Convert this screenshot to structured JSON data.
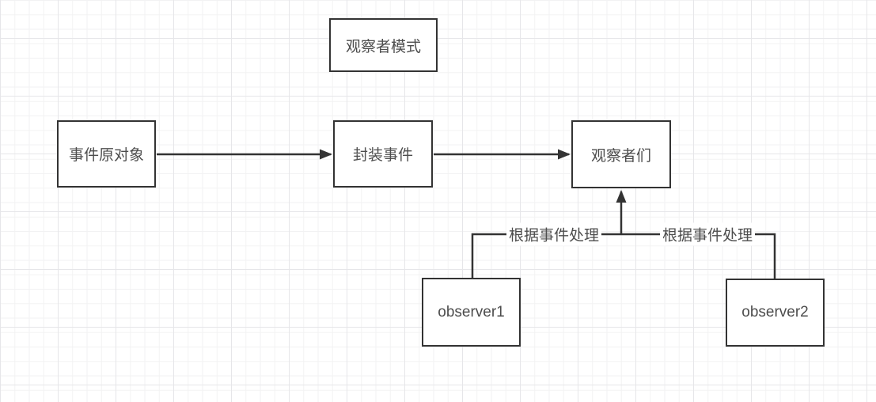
{
  "diagram": {
    "title": "观察者模式",
    "nodes": {
      "event_source": {
        "label": "事件原对象"
      },
      "wrap_event": {
        "label": "封装事件"
      },
      "observers": {
        "label": "观察者们"
      },
      "observer1": {
        "label": "observer1"
      },
      "observer2": {
        "label": "observer2"
      }
    },
    "edge_labels": {
      "observer1": "根据事件处理",
      "observer2": "根据事件处理"
    }
  },
  "colors": {
    "stroke": "#333333",
    "text": "#4d4d4d",
    "canvas_bg": "#ffffff",
    "node_bg": "#ffffff",
    "grid_minor": "#f2f2f3",
    "grid_major": "#e6e6e9"
  }
}
